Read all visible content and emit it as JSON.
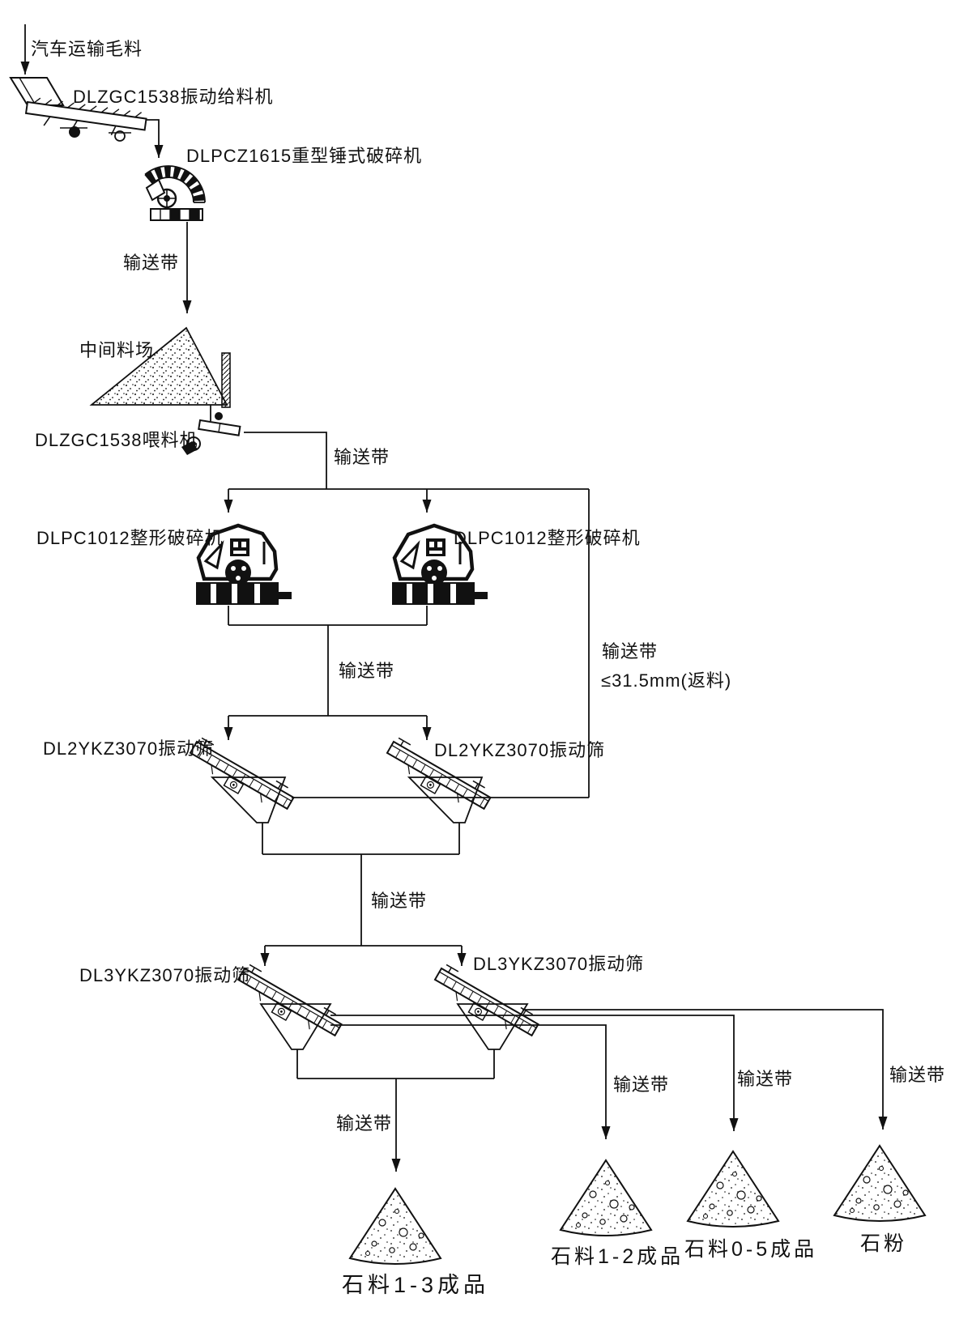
{
  "diagram": {
    "type": "process-flow-diagram",
    "background": "#ffffff",
    "line_color": "#111111",
    "labels": {
      "truck_raw_material": "汽车运输毛料",
      "vibrating_feeder": "DLZGC1538振动给料机",
      "hammer_crusher": "DLPCZ1615重型锤式破碎机",
      "conveyor": "输送带",
      "intermediate_stockpile": "中间料场",
      "feeder": "DLZGC1538喂料机",
      "shaping_crusher": "DLPC1012整形破碎机",
      "screen_2deck": "DL2YKZ3070振动筛",
      "screen_3deck": "DL3YKZ3070振动筛",
      "return_spec": "≤31.5mm(返料)",
      "product_1_3": "石料1-3成品",
      "product_1_2": "石料1-2成品",
      "product_0_5": "石料0-5成品",
      "stone_powder": "石粉"
    }
  }
}
